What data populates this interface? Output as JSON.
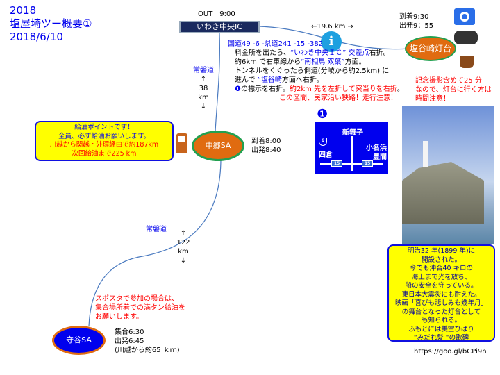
{
  "title": {
    "year": "2018",
    "name": "塩屋埼ツー概要①",
    "date": "2018/6/10"
  },
  "ic": {
    "out": "OUT　9:00",
    "name": "いわき中央IC",
    "distance": "←19.6 km →"
  },
  "lighthouse": {
    "name": "塩谷崎灯台",
    "arrive": "到着9:30",
    "depart": "出発9：55",
    "note": [
      "記念撮影含めて25 分",
      "なので、灯台に行く方は",
      "時間注意！"
    ]
  },
  "route": {
    "road": "国道49 -6 -県道241 -15 -382",
    "l1a": "料金所を出たら、",
    "l1b": "“いわき中央ＩＣ” 交差点",
    "l1c": "右折。",
    "l2a": "約6km で右車線から",
    "l2b": "“南相馬 双葉”",
    "l2c": "方面。",
    "l3": "トンネルをくぐったら側道(分岐から約2.5km) に",
    "l4a": "進んで ",
    "l4b": "“塩谷崎",
    "l4c": "方面へ右折。",
    "l5a": "の標示を右折。",
    "l5b": "約2km 先を左折して突当りを右折",
    "l5c": "。",
    "l6": "この区間、民家沿い狭路！走行注意！"
  },
  "sign": {
    "number": "❶",
    "north": "新舞子",
    "west": "四倉",
    "east1": "小名浜",
    "east2": "豊間",
    "route_no": "6",
    "road_no": "15"
  },
  "segment1": {
    "road": "常磐道",
    "distance": "38 km"
  },
  "segment2": {
    "road": "常磐道",
    "distance": "122 km"
  },
  "nakago": {
    "name": "中郷SA",
    "arrive": "到着8:00",
    "depart": "出発8:40"
  },
  "fuel": {
    "l1": "給油ポイントです！",
    "l2": "全員、必ず給油お願いします。",
    "l3": "川越から関越・外環経由で約187km",
    "l4": "次回給油まで225 km"
  },
  "moriya": {
    "name": "守谷SA",
    "gather": "集合6:30",
    "depart": "出発6:45",
    "from": "(川越から約65 ｋｍ)",
    "note": [
      "スポスタで参加の場合は、",
      "集合場所着での満タン給油を",
      "お願いします。"
    ]
  },
  "history": [
    "明治32 年(1899 年)に",
    "開設された。",
    "今でも沖合40 キロの",
    "海上まで光を放ち、",
    "船の安全を守っている。",
    "東日本大震災にも耐えた。",
    "映画「喜びも悲しみも幾年月」",
    "の舞台となった灯台として",
    "も知られる。",
    "ふもとには美空ひばり",
    "“みだれ髪 “の歌碑"
  ],
  "url": "https://goo.gl/bCPi9n",
  "colors": {
    "orange": "#e06b10",
    "green": "#22a050",
    "blue": "#0000ee",
    "yellow": "#ffff00"
  }
}
